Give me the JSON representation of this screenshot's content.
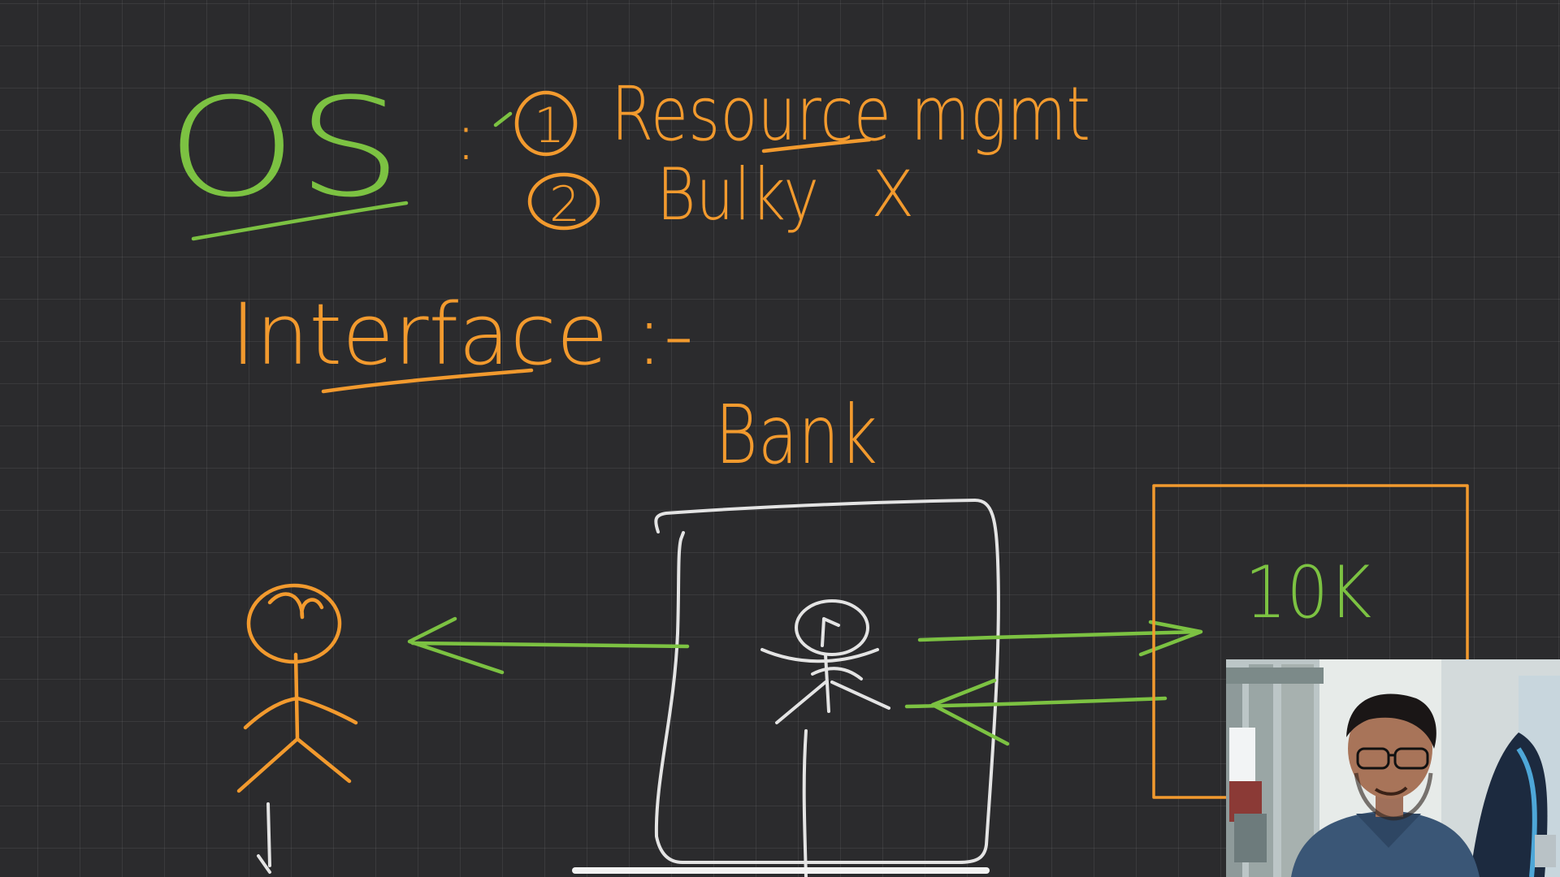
{
  "board": {
    "title": "OS",
    "title_separator": ":",
    "points": [
      {
        "number": "1",
        "text": "Resource mgmt"
      },
      {
        "number": "2",
        "text": "Bulky",
        "mark": "X"
      }
    ],
    "interface_heading": "Interface :-",
    "bank_label": "Bank",
    "box_value": "10K"
  },
  "colors": {
    "background": "#2b2b2d",
    "orange_ink": "#f29a2e",
    "green_ink": "#7cc242",
    "white_ink": "#e4e4e4"
  },
  "overlay": {
    "webcam": "presenter-webcam"
  }
}
